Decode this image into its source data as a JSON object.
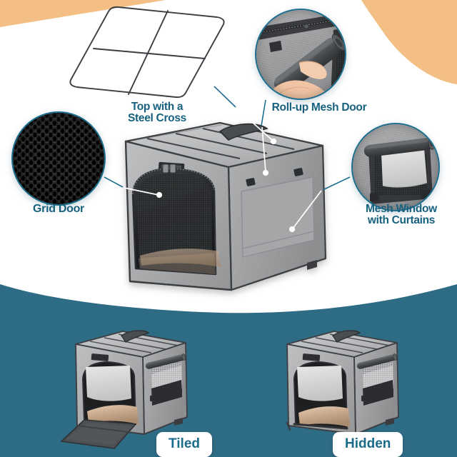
{
  "page": {
    "type": "product-feature-infographic",
    "product": "collapsible fabric pet crate",
    "background_top": "#ffffff",
    "background_bottom": "#2e6b85",
    "accent_orange": "#f3bf84",
    "accent_teal": "#1d6e8e",
    "label_text_color": "#17617f"
  },
  "callouts": [
    {
      "id": "top-steel-cross",
      "label": "Top with a\nSteel Cross",
      "icon": "steel-cross-frame",
      "description": "wireframe rectangle with interior cross bars in perspective"
    },
    {
      "id": "rollup-mesh-door",
      "label": "Roll-up Mesh Door",
      "icon": "rolled-mesh-panel",
      "description": "hand rolling up dark mesh door panel on grey fabric crate"
    },
    {
      "id": "grid-door",
      "label": "Grid Door",
      "icon": "grid-mesh-texture",
      "description": "close-up of black honeycomb grid mesh fabric"
    },
    {
      "id": "mesh-window-curtains",
      "label": "Mesh Window\nwith Curtains",
      "icon": "mesh-window-panel",
      "description": "rolled curtain above mesh side window"
    }
  ],
  "main_product": {
    "name": "grey fabric pet crate",
    "front_panel": "dark mesh zipper door",
    "side_panel": "grey fabric storage pocket",
    "top": "carry handle and steel cross frame"
  },
  "bottom_variants": [
    {
      "id": "tiled",
      "badge": "Tiled",
      "description": "crate with front door flap laid flat on the ground"
    },
    {
      "id": "hidden",
      "badge": "Hidden",
      "description": "crate with front door flap tucked away underneath"
    }
  ]
}
